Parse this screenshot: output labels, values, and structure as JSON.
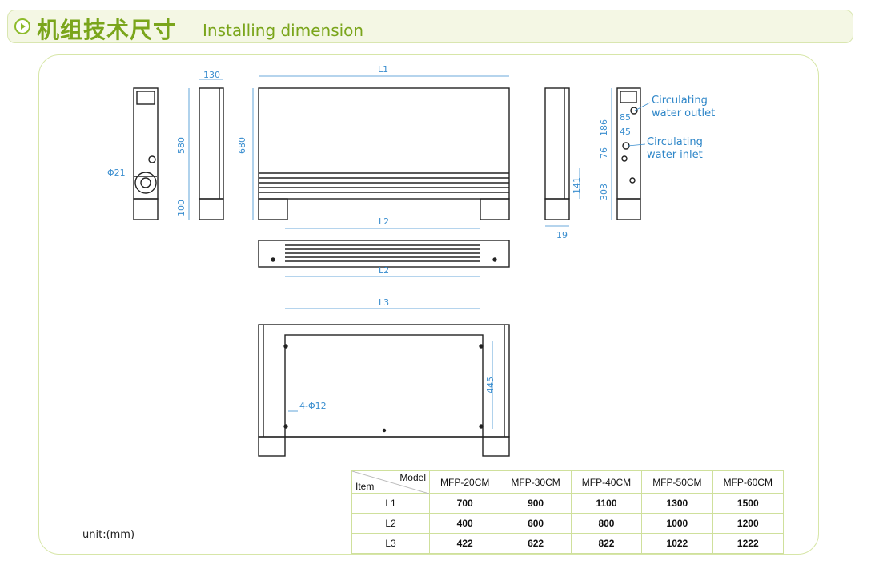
{
  "header": {
    "title_cn": "机组技术尺寸",
    "title_en": "Installing dimension"
  },
  "dimensions": {
    "d130": "130",
    "L1": "L1",
    "L2_top": "L2",
    "L2_mid": "L2",
    "L3": "L3",
    "d580": "580",
    "d680": "680",
    "d100": "100",
    "phi21": "Φ21",
    "d186": "186",
    "d85": "85",
    "d45": "45",
    "d76": "76",
    "d303": "303",
    "d141": "141",
    "d19": "19",
    "d445": "445",
    "holes": "4-Φ12"
  },
  "annotations": {
    "outlet_line1": "Circulating",
    "outlet_line2": "water outlet",
    "inlet_line1": "Circulating",
    "inlet_line2": "water inlet"
  },
  "unit_label": "unit:(mm)",
  "table": {
    "model_label": "Model",
    "item_label": "Item",
    "models": [
      "MFP-20CM",
      "MFP-30CM",
      "MFP-40CM",
      "MFP-50CM",
      "MFP-60CM"
    ],
    "rows": [
      {
        "item": "L1",
        "values": [
          "700",
          "900",
          "1100",
          "1300",
          "1500"
        ]
      },
      {
        "item": "L2",
        "values": [
          "400",
          "600",
          "800",
          "1000",
          "1200"
        ]
      },
      {
        "item": "L3",
        "values": [
          "422",
          "622",
          "822",
          "1022",
          "1222"
        ]
      }
    ]
  },
  "colors": {
    "accent": "#7aa51b",
    "dimension": "#3a8ecf",
    "outline": "#222222"
  }
}
